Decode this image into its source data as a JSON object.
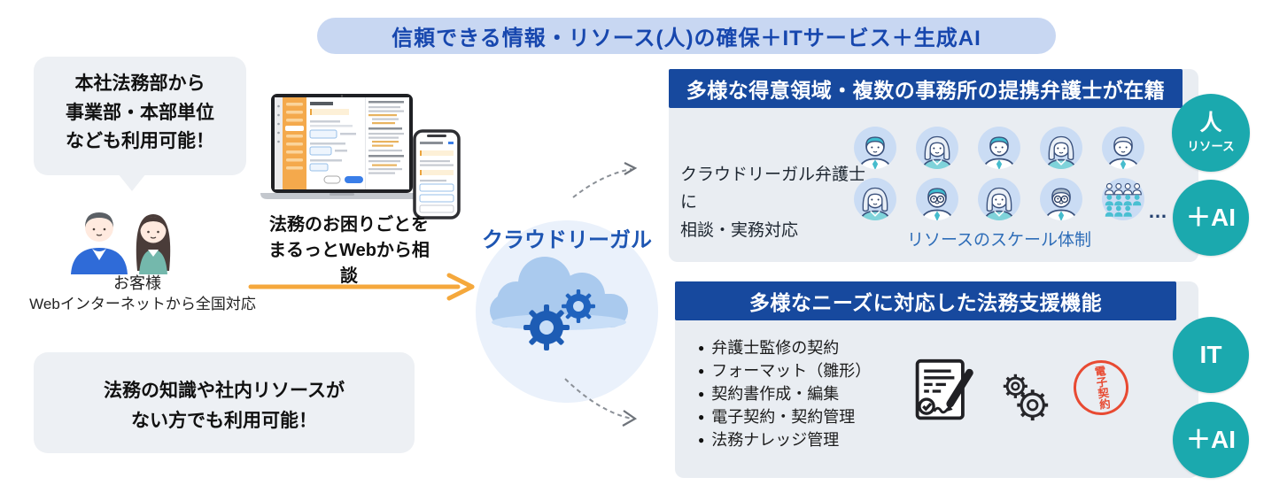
{
  "banner": {
    "text": "信頼できる情報・リソース(人)の確保＋ITサービス＋生成AI"
  },
  "left": {
    "bubble_top": {
      "lines": [
        "本社法務部から",
        "事業部・本部単位",
        "なども利用可能！"
      ]
    },
    "bubble_bottom": {
      "lines": [
        "法務の知識や社内リソースが",
        "ない方でも利用可能！"
      ]
    },
    "customers": {
      "label": "お客様",
      "sublabel": "Webインターネットから全国対応"
    }
  },
  "consult": {
    "lines": [
      "法務のお困りごとを",
      "まるっとWebから相談"
    ]
  },
  "center": {
    "service_name": "クラウドリーガル"
  },
  "panel_lawyers": {
    "header": "多様な得意領域・複数の事務所の提携弁護士が在籍",
    "description_lines": [
      "クラウドリーガル弁護士に",
      "相談・実務対応"
    ],
    "avatars": [
      "male-lawyer",
      "female-lawyer",
      "male-lawyer",
      "female-lawyer",
      "male-lawyer",
      "female-lawyer",
      "male-lawyer-glasses",
      "female-lawyer",
      "senior-male-lawyer-glasses",
      "lawyer-group"
    ],
    "more_indicator": "…",
    "scale_caption": "リソースのスケール体制",
    "badges": [
      {
        "main": "人",
        "sub": "リソース"
      },
      {
        "main": "＋AI"
      }
    ]
  },
  "panel_functions": {
    "header": "多様なニーズに対応した法務支援機能",
    "bullets": [
      "弁護士監修の契約",
      "フォーマット（雛形）",
      "契約書作成・編集",
      "電子契約・契約管理",
      "法務ナレッジ管理"
    ],
    "stamp_text": "電子契約",
    "badges": [
      {
        "main": "IT"
      },
      {
        "main": "＋AI"
      }
    ]
  },
  "icons": {
    "cloud": "cloud-gears-icon",
    "customers": "two-customers-icon",
    "devices": "laptop-smartphone-icon",
    "contract": "contract-pen-icon",
    "gears": "gears-icon",
    "stamp": "denshi-keiyaku-stamp-icon",
    "crowd": "crowd-icon"
  },
  "colors": {
    "header_blue": "#17499E",
    "banner_bg": "#C8D7F2",
    "banner_text": "#1747AE",
    "teal_badge": "#1BA9AE",
    "panel_bg": "#E9EDF2",
    "bubble_bg": "#EDF0F4",
    "arrow_orange": "#F5A83C",
    "stamp_red": "#E84A32",
    "service_blue": "#1D55B2",
    "scale_caption_blue": "#2E6DB8"
  }
}
